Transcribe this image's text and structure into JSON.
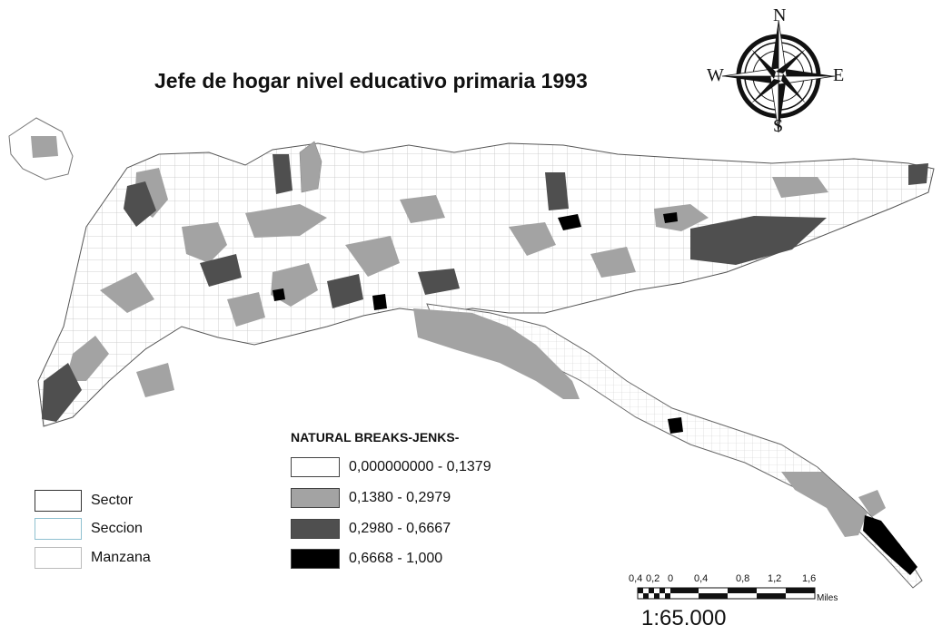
{
  "title": "Jefe de hogar nivel educativo primaria 1993",
  "compass": {
    "n": "N",
    "s": "S",
    "e": "E",
    "w": "W"
  },
  "legend": {
    "title": "NATURAL BREAKS-JENKS-",
    "classes": [
      {
        "label": "0,000000000 - 0,1379",
        "color": "#ffffff"
      },
      {
        "label": "0,1380 - 0,2979",
        "color": "#a3a3a3"
      },
      {
        "label": "0,2980 - 0,6667",
        "color": "#4f4f4f"
      },
      {
        "label": "0,6668 - 1,000",
        "color": "#000000"
      }
    ]
  },
  "reference_layers": [
    {
      "label": "Sector",
      "stroke": "#333333"
    },
    {
      "label": "Seccion",
      "stroke": "#8fc0d0"
    },
    {
      "label": "Manzana",
      "stroke": "#bbbbbb"
    }
  ],
  "scale_bar": {
    "ticks": [
      "0,4",
      "0,2",
      "0",
      "0,4",
      "0,8",
      "1,2",
      "1,6"
    ],
    "units": "Miles",
    "ratio": "1:65.000"
  }
}
